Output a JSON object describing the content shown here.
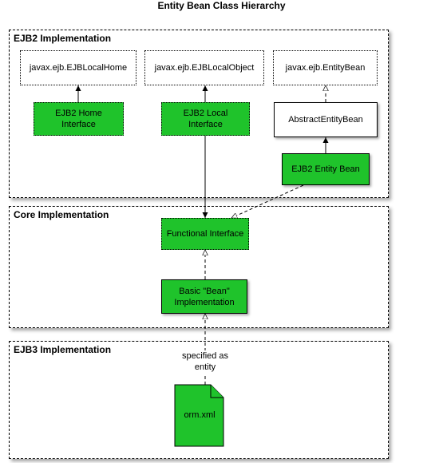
{
  "title": "Entity Bean Class Hierarchy",
  "groups": {
    "ejb2": "EJB2 Implementation",
    "core": "Core Implementation",
    "ejb3": "EJB3 Implementation"
  },
  "boxes": {
    "local_home": "javax.ejb.EJBLocalHome",
    "local_object": "javax.ejb.EJBLocalObject",
    "entity_bean": "javax.ejb.EntityBean",
    "home_interface": "EJB2 Home Interface",
    "local_interface": "EJB2 Local Interface",
    "abstract_entity_bean": "AbstractEntityBean",
    "ejb2_entity_bean": "EJB2 Entity Bean",
    "functional_interface": "Functional Interface",
    "basic_bean": "Basic \"Bean\" Implementation",
    "orm_xml": "orm.xml"
  },
  "annotations": {
    "specified_as": "specified as entity"
  },
  "colors": {
    "green_fill": "#1fc32b",
    "border": "#000000"
  }
}
